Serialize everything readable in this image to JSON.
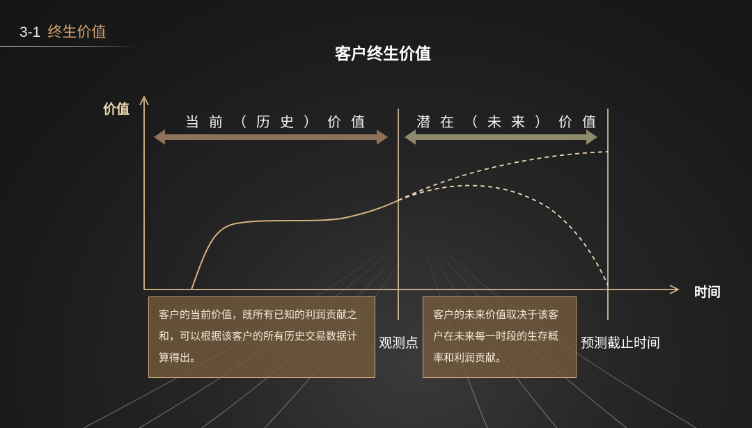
{
  "header": {
    "section_number": "3-1",
    "section_title": "终生价值"
  },
  "title": "客户终生价值",
  "axes": {
    "y_label": "价值",
    "x_label": "时间"
  },
  "spans": {
    "current": "当前（历史）价值",
    "potential": "潜在（未来）价值"
  },
  "points": {
    "observation": "观测点",
    "cutoff": "预测截止时间"
  },
  "descriptions": {
    "current": "客户的当前价值，既所有已知的利润贡献之和，可以根据该客户的所有历史交易数据计算得出。",
    "future": "客户的未来价值取决于该客户在未来每一时段的生存概率和利润贡献。"
  },
  "colors": {
    "accent": "#d2a472",
    "axis": "#d9b98a",
    "current_arrow": "#8c7258",
    "future_arrow": "#8e8a6c",
    "box_fill": "#765c3c"
  }
}
